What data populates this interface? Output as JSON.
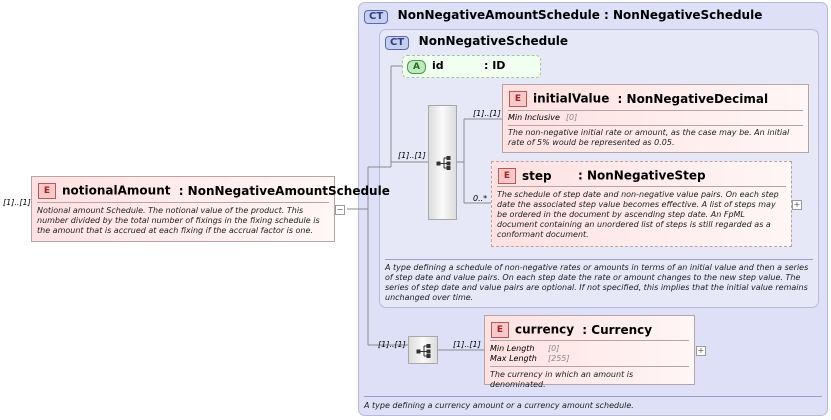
{
  "outer_type": {
    "badge": "CT",
    "title": "NonNegativeAmountSchedule : NonNegativeSchedule",
    "doc": "A type defining a currency amount or a currency amount schedule."
  },
  "inner_type": {
    "badge": "CT",
    "title": "NonNegativeSchedule",
    "doc": "A type defining a schedule of non-negative rates or amounts in terms of an initial value and then a series of step date and value pairs. On each step date the rate or amount changes to the new step value. The series of step date and value pairs are optional. If not specified, this implies that the initial value remains unchanged over time."
  },
  "attribute_id": {
    "badge": "A",
    "name": "id",
    "type": ": ID"
  },
  "root_element": {
    "badge": "E",
    "cardinality": "[1]..[1]",
    "name": "notionalAmount",
    "type": ": NonNegativeAmountSchedule",
    "doc": "Notional amount Schedule. The notional value of the product. This number divided by the total number of fixings in the fixing schedule is the amount that is accrued at each fixing if the accrual factor is one."
  },
  "inner_sequence": {
    "cardinality": "[1]..[1]"
  },
  "initial_value": {
    "badge": "E",
    "cardinality": "[1]..[1]",
    "name": "initialValue",
    "type": ": NonNegativeDecimal",
    "facet_label": "Min Inclusive",
    "facet_value": "[0]",
    "doc": "The non-negative initial rate or amount, as the case may be. An initial rate of 5% would be represented as 0.05."
  },
  "step": {
    "badge": "E",
    "cardinality": "0..*",
    "name": "step",
    "type": ": NonNegativeStep",
    "doc": "The schedule of step date and non-negative value pairs. On each step date the associated step value becomes effective. A list of steps may be ordered in the document by ascending step date. An FpML document containing an unordered list of steps is still regarded as a conformant document."
  },
  "outer_sequence": {
    "cardinality": "[1]..[1]"
  },
  "currency": {
    "badge": "E",
    "cardinality": "[1]..[1]",
    "name": "currency",
    "type": ": Currency",
    "facets": [
      {
        "label": "Min Length",
        "value": "[0]"
      },
      {
        "label": "Max Length",
        "value": "[255]"
      }
    ],
    "doc": "The currency in which an amount is denominated."
  },
  "icons": {
    "expand": "plus-icon",
    "collapse": "minus-icon",
    "sequence": "sequence-compositor-icon"
  }
}
